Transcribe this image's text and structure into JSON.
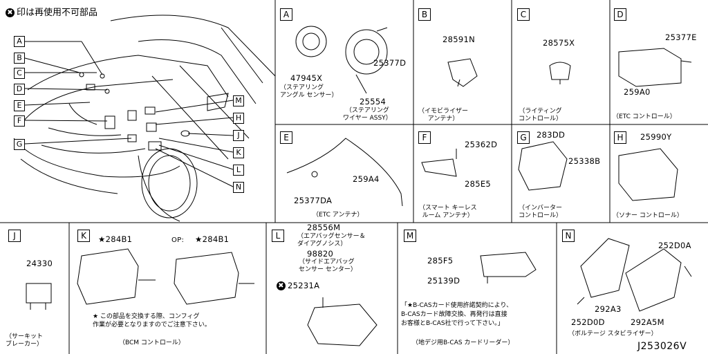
{
  "legend": {
    "mark": "✖",
    "text": "印は再使用不可部品"
  },
  "overview_labels": [
    "A",
    "B",
    "C",
    "D",
    "E",
    "F",
    "G",
    "H",
    "J",
    "K",
    "L",
    "M",
    "N"
  ],
  "panels": {
    "A": {
      "letter": "A",
      "parts": [
        {
          "num": "47945X",
          "desc": "（ステアリング\nアングル センサー）"
        },
        {
          "num": "25377D",
          "desc": ""
        },
        {
          "num": "25554",
          "desc": "（ステアリング\nワイヤー ASSY）"
        }
      ]
    },
    "B": {
      "letter": "B",
      "num": "28591N",
      "desc": "（イモビライザー\nアンテナ）"
    },
    "C": {
      "letter": "C",
      "num": "28575X",
      "desc": "（ライティング\nコントロール）"
    },
    "D": {
      "letter": "D",
      "nums": [
        "25377E",
        "259A0"
      ],
      "desc": "（ETC コントロール）"
    },
    "E": {
      "letter": "E",
      "nums": [
        "259A4",
        "25377DA"
      ],
      "desc": "（ETC アンテナ）"
    },
    "F": {
      "letter": "F",
      "nums": [
        "25362D",
        "285E5"
      ],
      "desc": "（スマート キーレス\nルーム アンテナ）"
    },
    "G": {
      "letter": "G",
      "nums": [
        "283DD",
        "25338B"
      ],
      "desc": "（インバーター\nコントロール）"
    },
    "H": {
      "letter": "H",
      "num": "25990Y",
      "desc": "（ソナー コントロール）"
    },
    "J": {
      "letter": "J",
      "num": "24330",
      "desc": "（サーキット\nブレーカー）"
    },
    "K": {
      "letter": "K",
      "left": "★284B1",
      "op": "OP:",
      "right": "★284B1",
      "note": "★ この部品を交換する際、コンフィグ\n作業が必要となりますのでご注意下さい。",
      "desc": "（BCM コントロール）"
    },
    "L": {
      "letter": "L",
      "num1": "28556M",
      "desc1": "（エアバッグセンサー＆\nダイアグノシス）",
      "num2": "98820",
      "desc2": "（サイドエアバッグ\nセンサー センター）",
      "num3": "25231A"
    },
    "M": {
      "letter": "M",
      "nums": [
        "285F5",
        "25139D"
      ],
      "note": "「★B-CASカード使用許諾契約により、\nB-CASカード故障交換、再発行は直接\nお客様とB-CAS社で行って下さい。」",
      "desc": "（地デジ用B-CAS カードリーダー）"
    },
    "N": {
      "letter": "N",
      "nums": [
        "252D0A",
        "292A3",
        "252D0D",
        "292A5M"
      ],
      "desc": "（ボルテージ スタビライザー）"
    }
  },
  "diagram_id": "J253026V"
}
